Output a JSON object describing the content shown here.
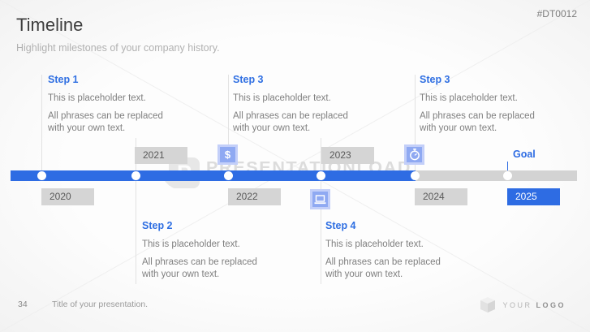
{
  "header": {
    "title": "Timeline",
    "subtitle": "Highlight milestones of your company history.",
    "code": "#DT0012"
  },
  "steps": [
    {
      "label": "Step 1",
      "p1": "This is placeholder text.",
      "p2": "All phrases can be replaced with your own text."
    },
    {
      "label": "Step 2",
      "p1": "This is placeholder text.",
      "p2": "All phrases can be replaced with your own text."
    },
    {
      "label": "Step 3",
      "p1": "This is placeholder text.",
      "p2": "All phrases can be replaced with your own text."
    },
    {
      "label": "Step 4",
      "p1": "This is placeholder text.",
      "p2": "All phrases can be replaced with your own text."
    },
    {
      "label": "Step 3",
      "p1": "This is placeholder text.",
      "p2": "All phrases can be replaced with your own text."
    }
  ],
  "timeline": {
    "milestones": [
      {
        "year": "2020",
        "side": "below"
      },
      {
        "year": "2021",
        "side": "above"
      },
      {
        "year": "2022",
        "side": "below"
      },
      {
        "year": "2023",
        "side": "above"
      },
      {
        "year": "2024",
        "side": "below"
      },
      {
        "year": "2025",
        "side": "below",
        "highlight": true
      }
    ],
    "goal_label": "Goal",
    "icons": [
      {
        "name": "dollar-icon",
        "glyph": "$"
      },
      {
        "name": "laptop-icon"
      },
      {
        "name": "stopwatch-icon"
      }
    ]
  },
  "watermark": {
    "text": "PRESENTATIONLOAD",
    "logo_letter": "P"
  },
  "footer": {
    "page_number": "34",
    "presentation_title": "Title of your presentation.",
    "logo_your": "YOUR",
    "logo_logo": "LOGO"
  },
  "colors": {
    "accent": "#2e6ce3",
    "bar_gray": "#d3d3d3",
    "year_box_bg": "#d5d5d5",
    "year_text": "#5a5a5a",
    "body_text": "#7f7f7f",
    "icon_fill": "#8fa9f2",
    "icon_halo": "#c3cff9",
    "title_text": "#3e3e3e",
    "subtitle_text": "#b1b1b1"
  }
}
